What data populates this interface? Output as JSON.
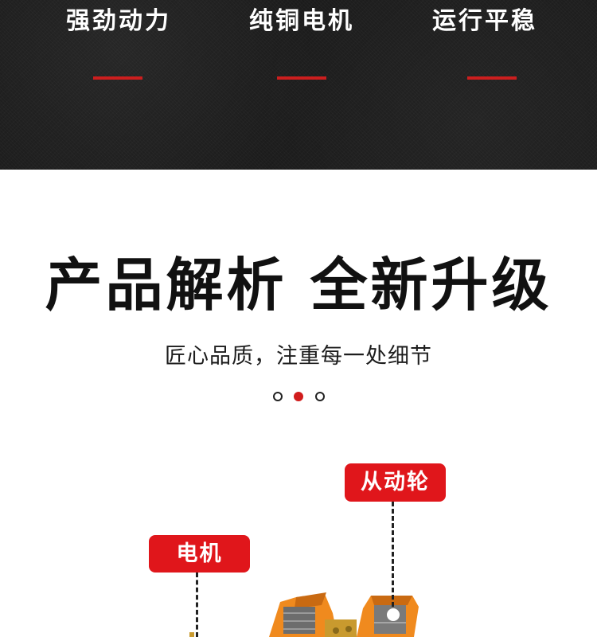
{
  "features": [
    {
      "title": "强劲动力"
    },
    {
      "title": "纯铜电机"
    },
    {
      "title": "运行平稳"
    }
  ],
  "headline": "产品解析 全新升级",
  "subtitle": "匠心品质，注重每一处细节",
  "pager": {
    "count": 3,
    "active_index": 1
  },
  "callouts": {
    "motor": "电机",
    "driven_wheel": "从动轮"
  },
  "colors": {
    "accent_red": "#e0161b",
    "dark_band": "#1b1b1b",
    "machine_orange": "#f08a1e"
  }
}
